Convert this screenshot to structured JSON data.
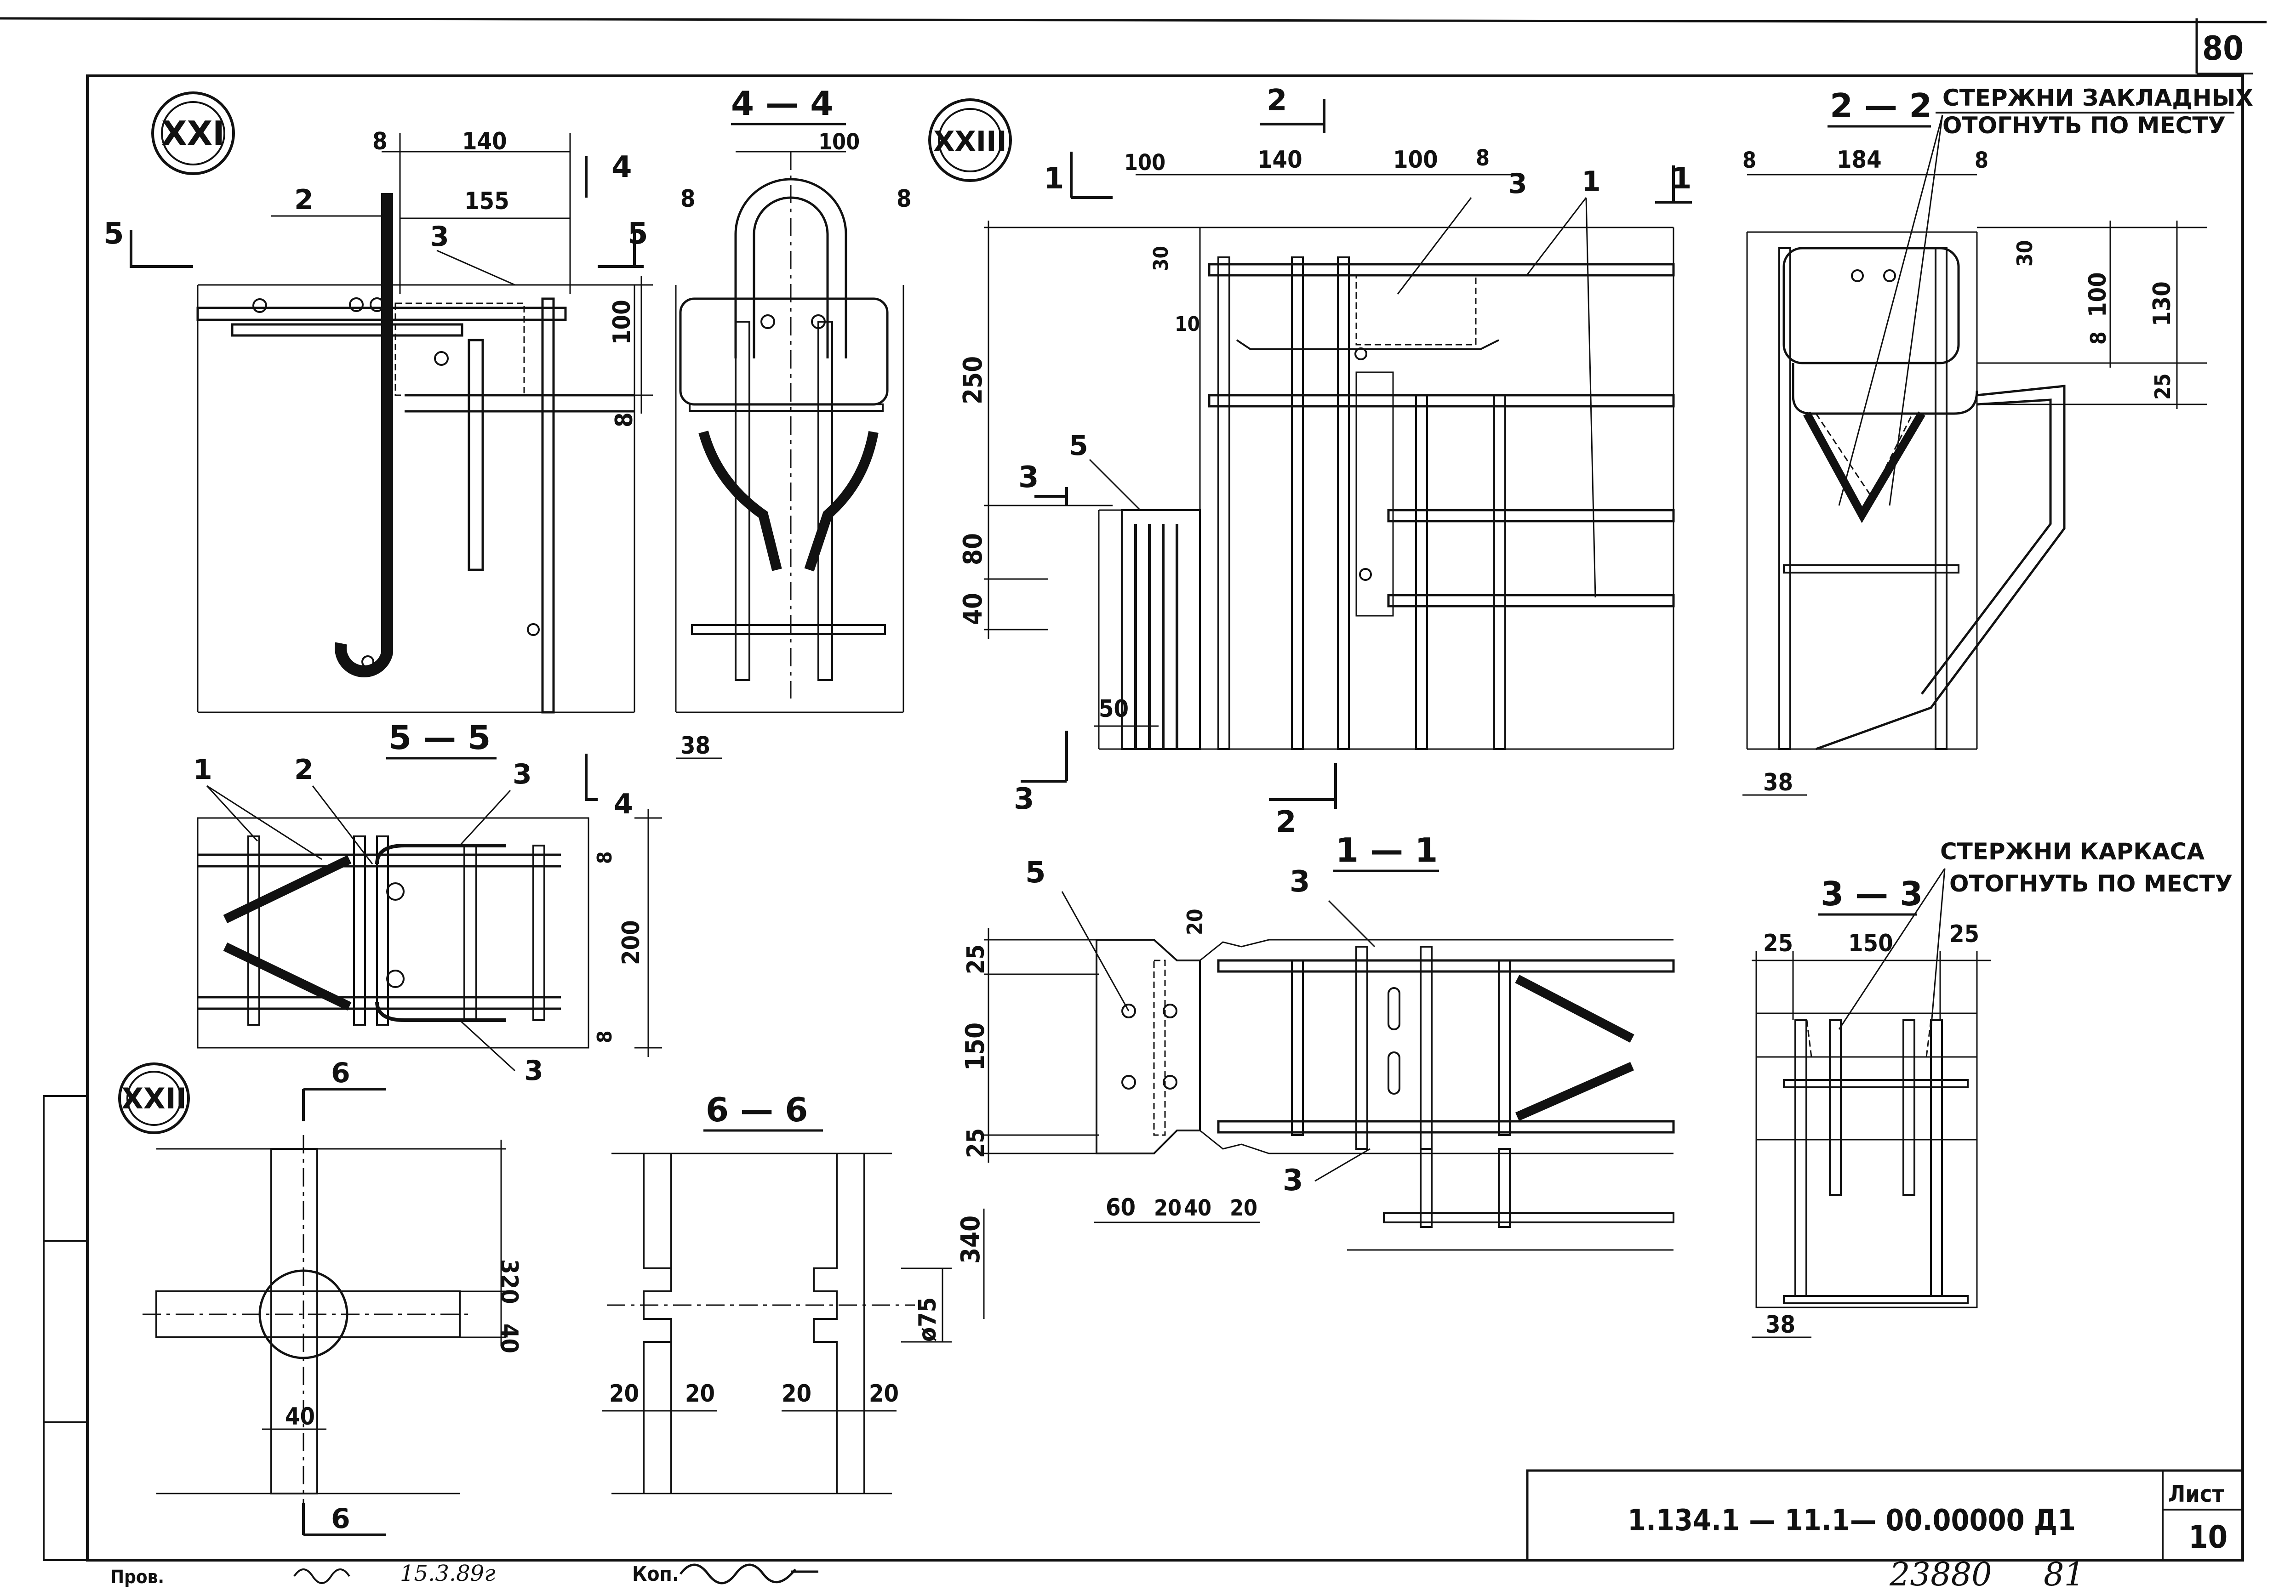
{
  "sheet": {
    "page_number": "80",
    "sheet_label": "Лист",
    "sheet_number": "10",
    "doc_code": "1.134.1 — 11.1— 00.00000 Д1",
    "handwritten_number": "23880",
    "handwritten_sheet": "81"
  },
  "signatures": {
    "checked_label": "Пров.",
    "checked_date": "15.3.89г",
    "copied_label": "Коп."
  },
  "node_marks": {
    "xxi": "XXI",
    "xxii": "XXII",
    "xxiii": "XXIII"
  },
  "notes": {
    "embedded_bars_line1": "СТЕРЖНИ ЗАКЛАДНЫХ",
    "embedded_bars_line2": "ОТОГНУТЬ ПО МЕСТУ",
    "frame_bars_line1": "СТЕРЖНИ КАРКАСА",
    "frame_bars_line2": "ОТОГНУТЬ ПО МЕСТУ"
  },
  "section_titles": {
    "s44": "4 — 4",
    "s55": "5 — 5",
    "s66": "6 — 6",
    "s22": "2 — 2",
    "s11": "1 — 1",
    "s33": "3 — 3"
  },
  "section_marks": {
    "m4": "4",
    "m5": "5",
    "m6": "6",
    "m1": "1",
    "m2": "2",
    "m3": "3"
  },
  "positions": {
    "p1": "1",
    "p2": "2",
    "p3": "3",
    "p5": "5"
  },
  "dims": {
    "d8": "8",
    "d10": "10",
    "d20": "20",
    "d25": "25",
    "d30": "30",
    "d38": "38",
    "d40": "40",
    "d50": "50",
    "d60": "60",
    "d80": "80",
    "d100": "100",
    "d130": "130",
    "d140": "140",
    "d150": "150",
    "d155": "155",
    "d184": "184",
    "d200": "200",
    "d250": "250",
    "d320": "320",
    "d340": "340",
    "phi75": "ø75"
  }
}
